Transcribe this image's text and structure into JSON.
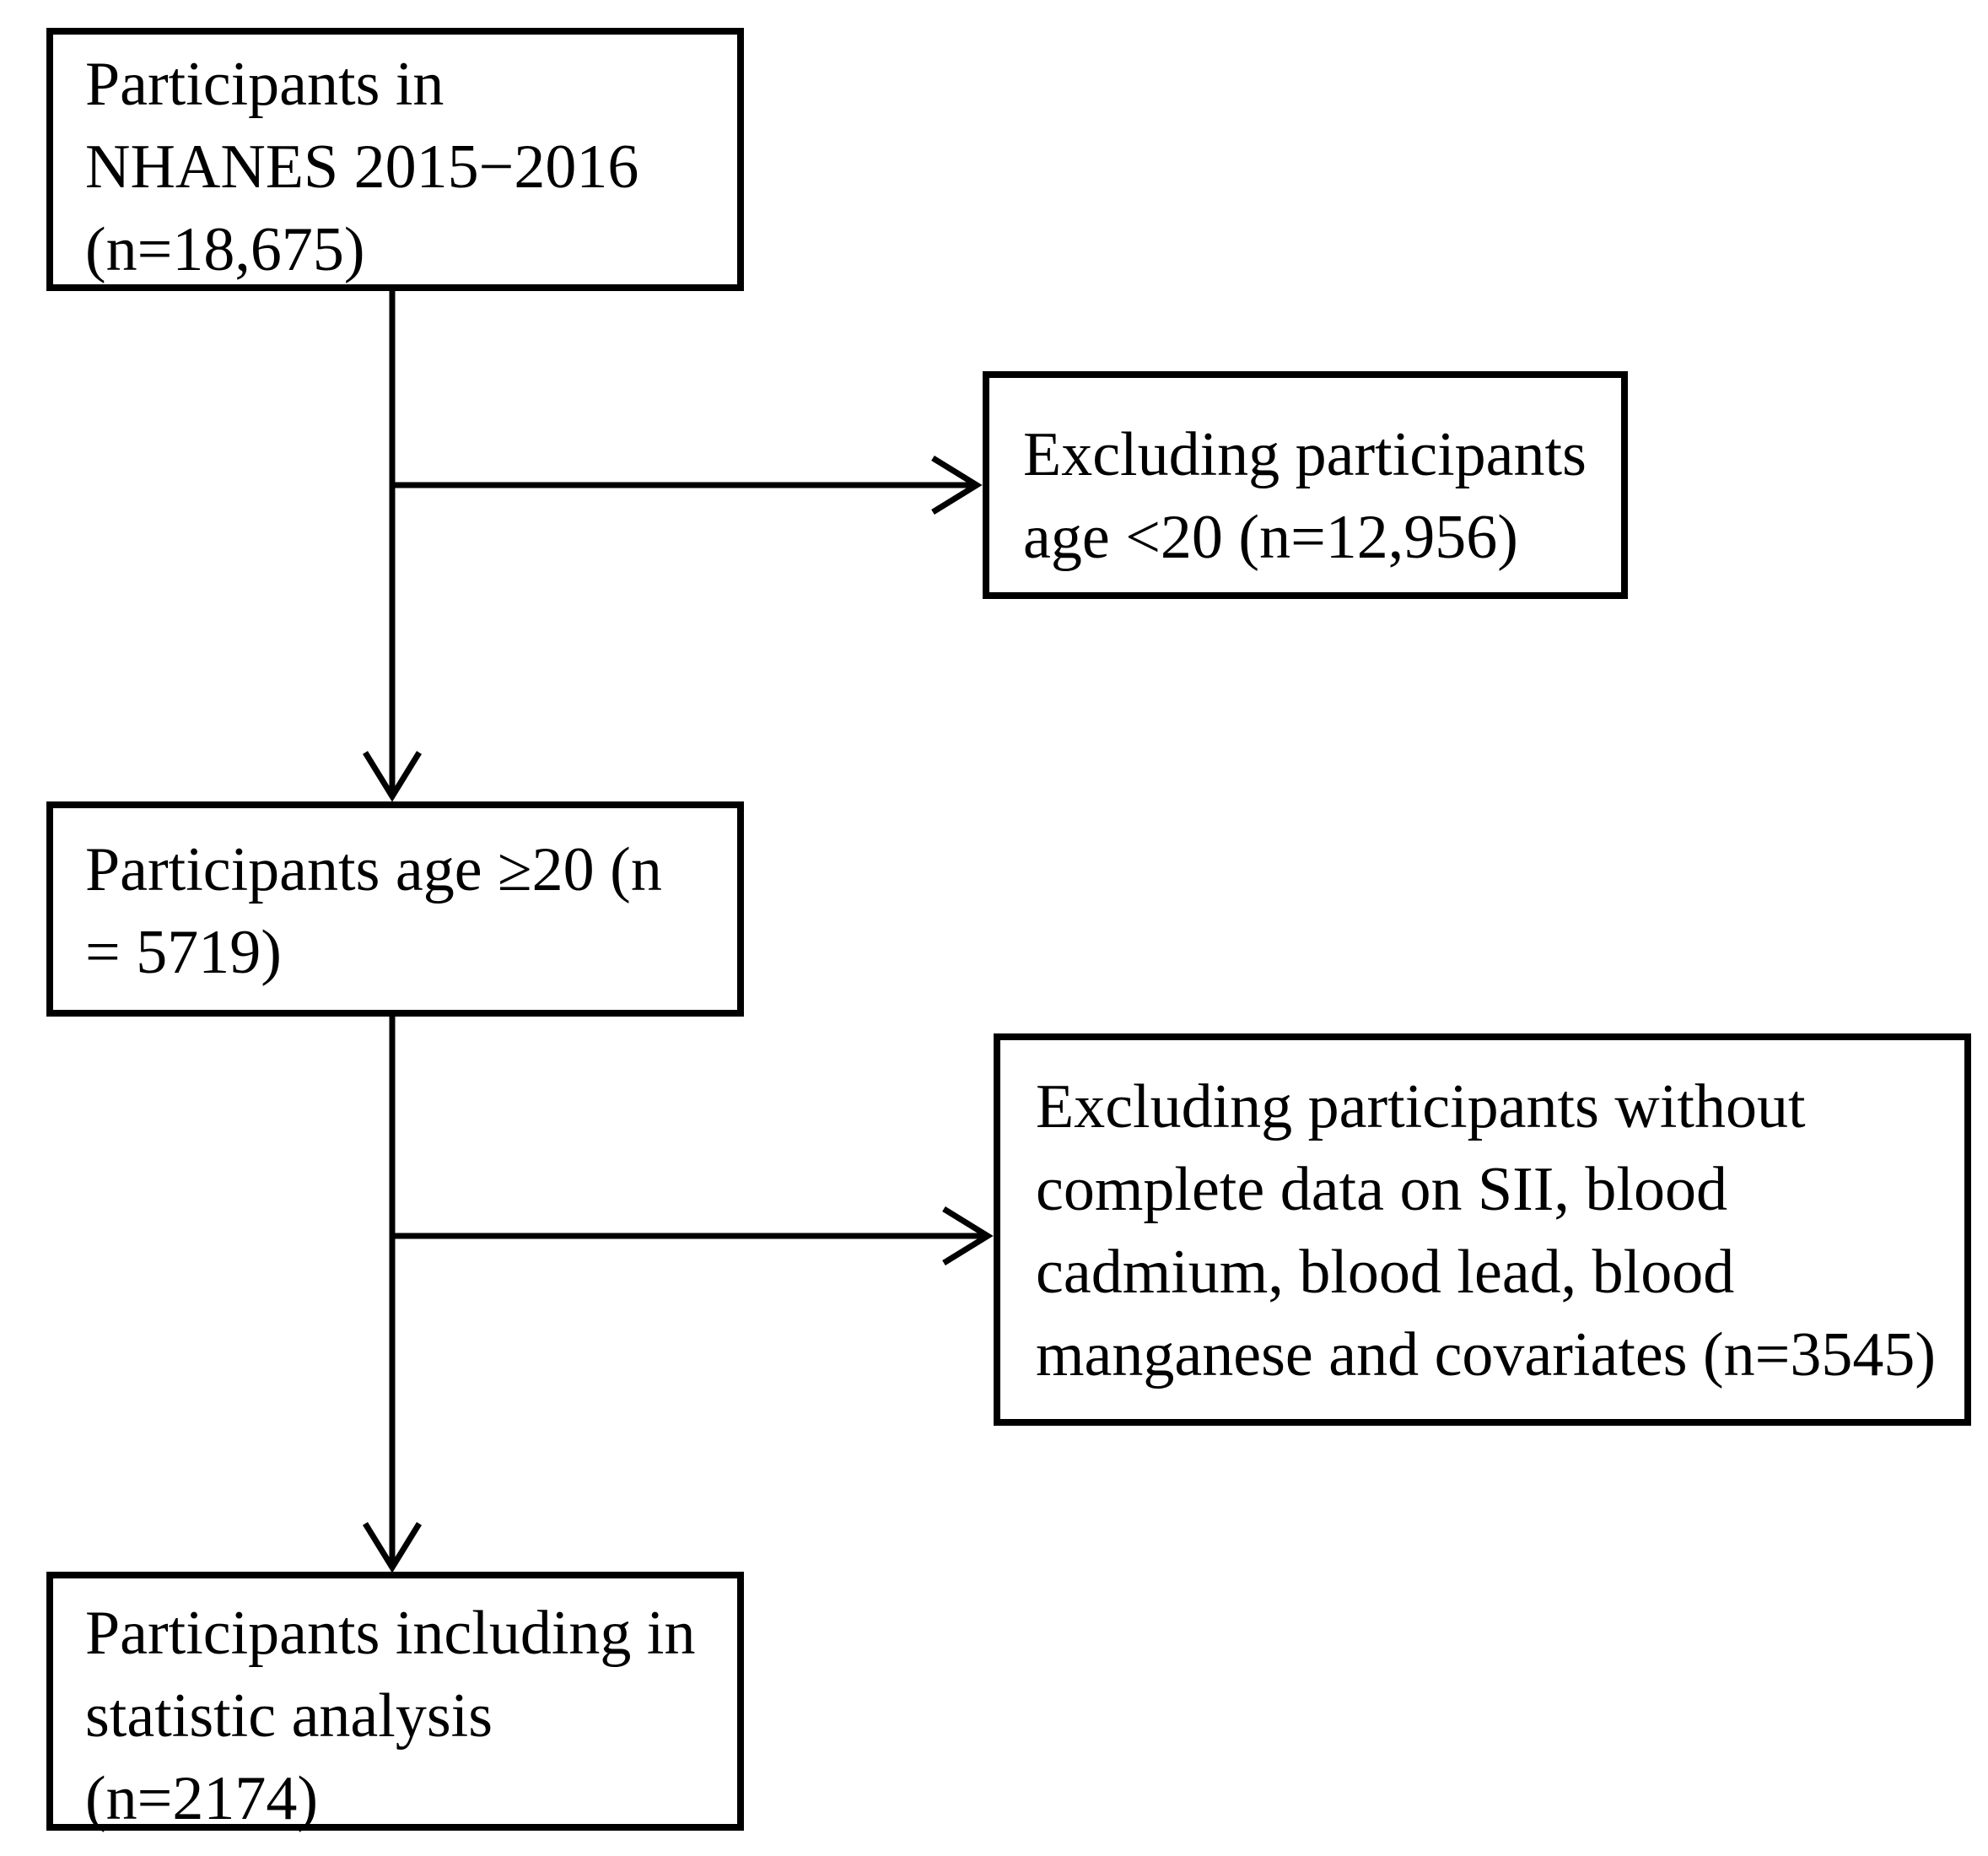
{
  "figure": {
    "type": "participant-selection-flowchart",
    "colors": {
      "ink": "#000000",
      "background": "#ffffff"
    },
    "boxes": {
      "source": {
        "lines": [
          "Participants in",
          "NHANES 2015−2016",
          "(n=18,675)"
        ],
        "n": "18,675"
      },
      "excluded_age": {
        "lines": [
          "Excluding participants",
          "age <20 (n=12,956)"
        ],
        "n": "12,956"
      },
      "age_filtered": {
        "lines": [
          "Participants age ≥20 (n",
          "= 5719)"
        ],
        "n": "5719"
      },
      "excluded_incomplete_data": {
        "lines": [
          "Excluding participants without",
          "complete data on SII, blood",
          "cadmium, blood lead, blood",
          "manganese and covariates (n=3545)"
        ],
        "n": "3545"
      },
      "final_analysis": {
        "lines": [
          "Participants including in",
          "statistic analysis",
          "(n=2174)"
        ],
        "n": "2174"
      }
    }
  }
}
